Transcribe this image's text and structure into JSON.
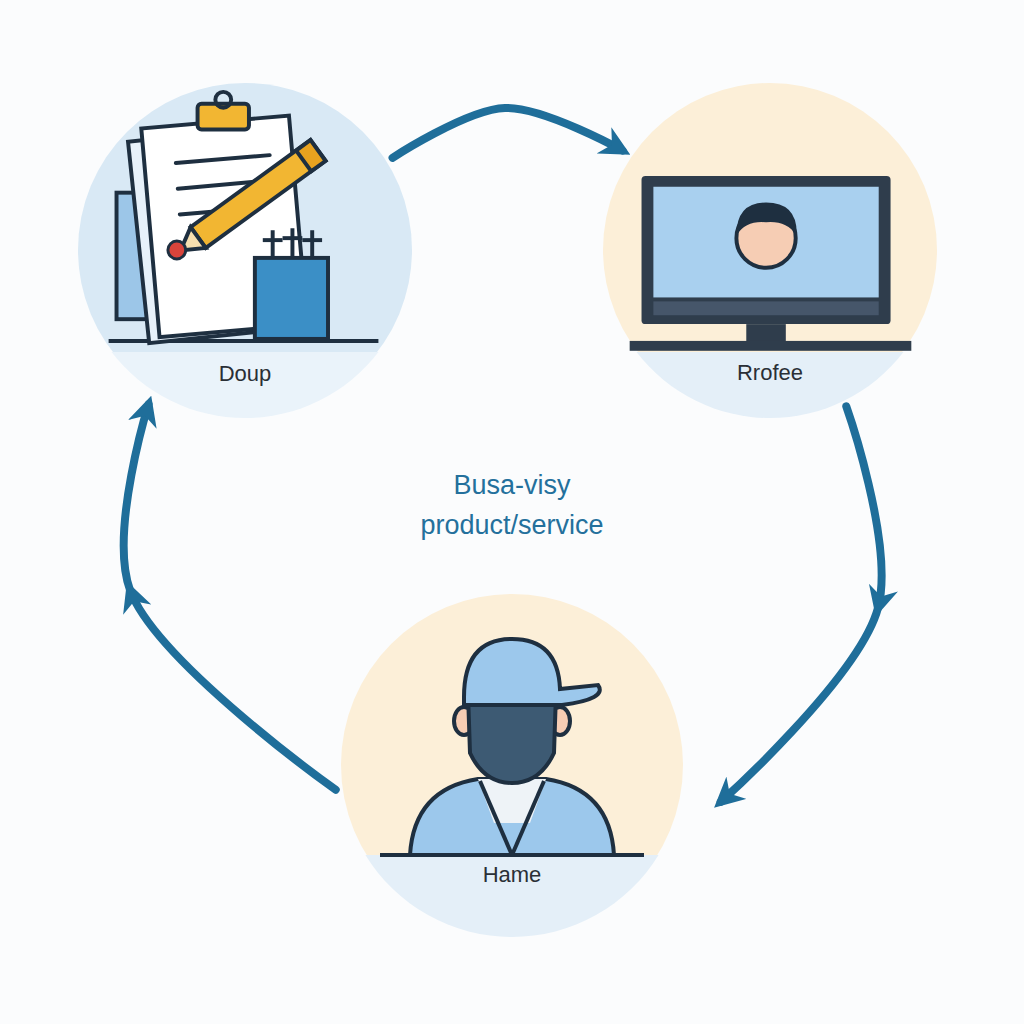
{
  "diagram": {
    "nodes": [
      {
        "text": [
          "Doup"
        ]
      },
      {
        "text": [
          "Rrofee"
        ]
      },
      {
        "text": [
          "Hame"
        ]
      }
    ],
    "edges": [
      {
        "from": 0,
        "to": 1,
        "arrow": "to"
      },
      {
        "from": 1,
        "to": 2,
        "arrow": "to"
      },
      {
        "from": 2,
        "to": 0,
        "arrow": "to"
      }
    ],
    "labels": [
      "Busa-visy product/service"
    ]
  }
}
